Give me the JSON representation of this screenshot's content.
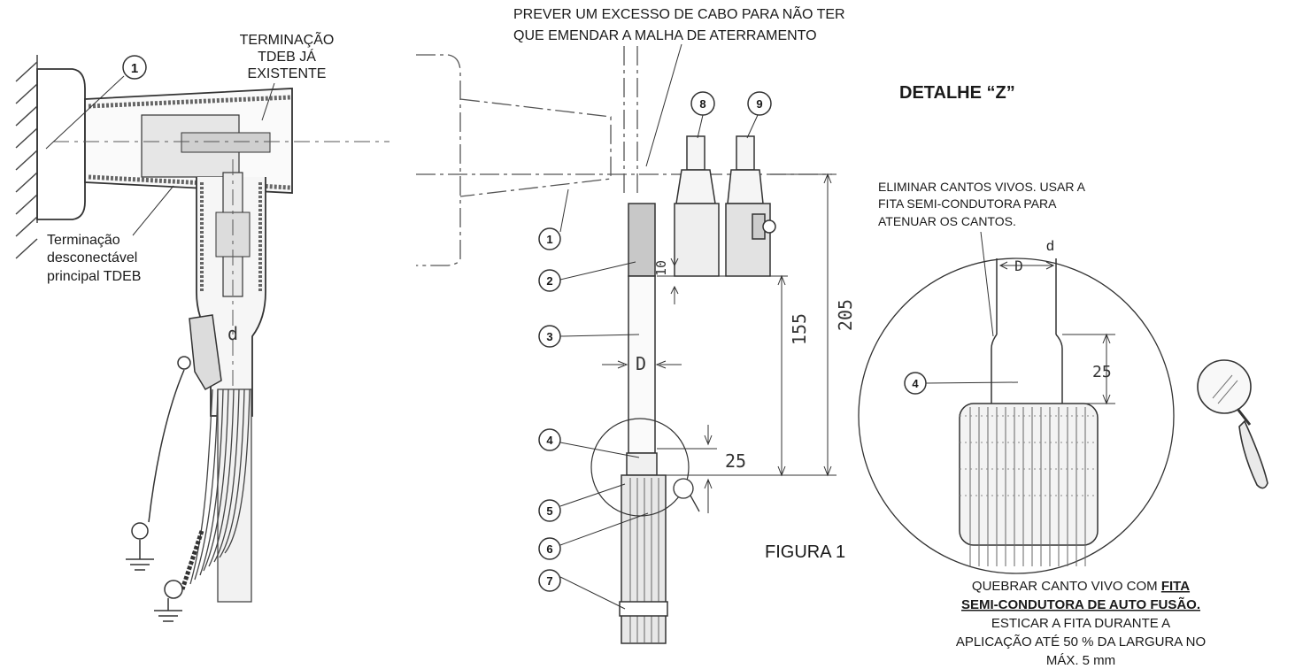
{
  "top_note": {
    "line1": "PREVER UM EXCESSO DE CABO PARA NÃO TER",
    "line2": "QUE EMENDAR  A MALHA DE ATERRAMENTO"
  },
  "left_drawing": {
    "existing_label": [
      "TERMINAÇÃO",
      "TDEB JÁ",
      "EXISTENTE"
    ],
    "main_label": [
      "Terminação",
      "desconectável",
      "principal TDEB"
    ],
    "callout_1": "1",
    "d_letter": "d"
  },
  "center_drawing": {
    "callouts": [
      "1",
      "2",
      "3",
      "4",
      "5",
      "6",
      "7",
      "8",
      "9"
    ],
    "dim_10": "10",
    "dim_155": "155",
    "dim_205": "205",
    "dim_25": "25",
    "dim_D": "D",
    "figure_label": "FIGURA 1"
  },
  "detail": {
    "title": "DETALHE “Z”",
    "note": [
      "ELIMINAR CANTOS VIVOS. USAR A",
      "FITA SEMI-CONDUTORA PARA",
      "ATENUAR OS CANTOS."
    ],
    "d_letter": "d",
    "dim_D": "D",
    "dim_25": "25",
    "callout_4": "4"
  },
  "bottom_note": {
    "line1_prefix": "QUEBRAR CANTO VIVO COM ",
    "line1_underlined": "FITA",
    "line2_underlined": "SEMI-CONDUTORA DE AUTO FUSÃO.",
    "line3": "ESTICAR A FITA DURANTE A",
    "line4": "APLICAÇÃO ATÉ 50 % DA LARGURA NO",
    "line5": "MÁX. 5 mm"
  }
}
